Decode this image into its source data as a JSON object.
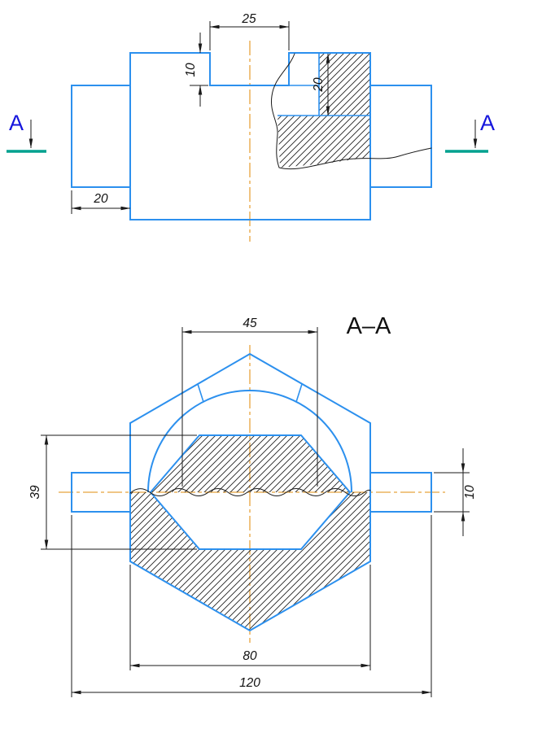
{
  "drawing": {
    "section_view_title": "A–A",
    "section_labels": {
      "left": "A",
      "right": "A"
    },
    "dimensions": {
      "slot_width": "25",
      "slot_depth": "10",
      "cavity_depth": "20",
      "stub_length": "20",
      "bore_width": "45",
      "bore_height": "39",
      "stub_diameter": "10",
      "width_across_flats": "80",
      "overall_length": "120"
    },
    "colors": {
      "outline": "#2c90ee",
      "centerline": "#e8a33d",
      "section_plane": "#00a18f",
      "section_label": "#1515dd",
      "dimension": "#1a1a1a"
    }
  }
}
